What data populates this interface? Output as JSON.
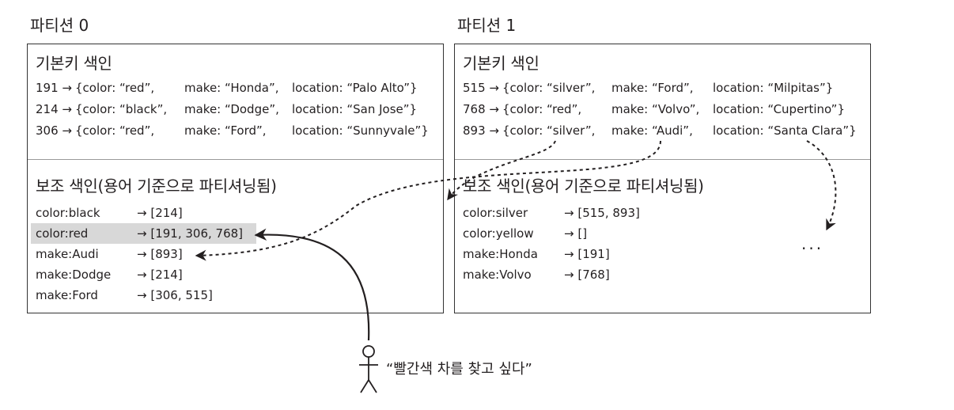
{
  "partitions": [
    {
      "title": "파티션 0",
      "primary_heading": "기본키 색인",
      "primary_rows": [
        {
          "key": "191",
          "color": "{color: “red”,",
          "make": "make: “Honda”,",
          "location": "location: “Palo Alto”}"
        },
        {
          "key": "214",
          "color": "{color: “black”,",
          "make": "make: “Dodge”,",
          "location": "location: “San Jose”}"
        },
        {
          "key": "306",
          "color": "{color: “red”,",
          "make": "make: “Ford”,",
          "location": "location: “Sunnyvale”}"
        }
      ],
      "secondary_heading": "보조 색인(용어 기준으로 파티셔닝됨)",
      "secondary_rows": [
        {
          "term": "color:black",
          "ids": "[214]"
        },
        {
          "term": "color:red",
          "ids": "[191, 306, 768]"
        },
        {
          "term": "make:Audi",
          "ids": "[893]"
        },
        {
          "term": "make:Dodge",
          "ids": "[214]"
        },
        {
          "term": "make:Ford",
          "ids": "[306, 515]"
        }
      ]
    },
    {
      "title": "파티션 1",
      "primary_heading": "기본키 색인",
      "primary_rows": [
        {
          "key": "515",
          "color": "{color: “silver”,",
          "make": "make: “Ford”,",
          "location": "location: “Milpitas”}"
        },
        {
          "key": "768",
          "color": "{color: “red”,",
          "make": "make: “Volvo”,",
          "location": "location: “Cupertino”}"
        },
        {
          "key": "893",
          "color": "{color: “silver”,",
          "make": "make: “Audi”,",
          "location": "location: “Santa Clara”}"
        }
      ],
      "secondary_heading": "보조 색인(용어 기준으로 파티셔닝됨)",
      "secondary_rows": [
        {
          "term": "color:silver",
          "ids": "[515, 893]"
        },
        {
          "term": "color:yellow",
          "ids": "[]"
        },
        {
          "term": "make:Honda",
          "ids": "[191]"
        },
        {
          "term": "make:Volvo",
          "ids": "[768]"
        }
      ]
    }
  ],
  "arrow_symbol": "→",
  "ellipsis": "...",
  "user_quote": "“빨간색 차를 찾고 싶다”",
  "colors": {
    "stroke": "#231f20",
    "highlight": "#d8d8d8",
    "separator": "#999999"
  }
}
